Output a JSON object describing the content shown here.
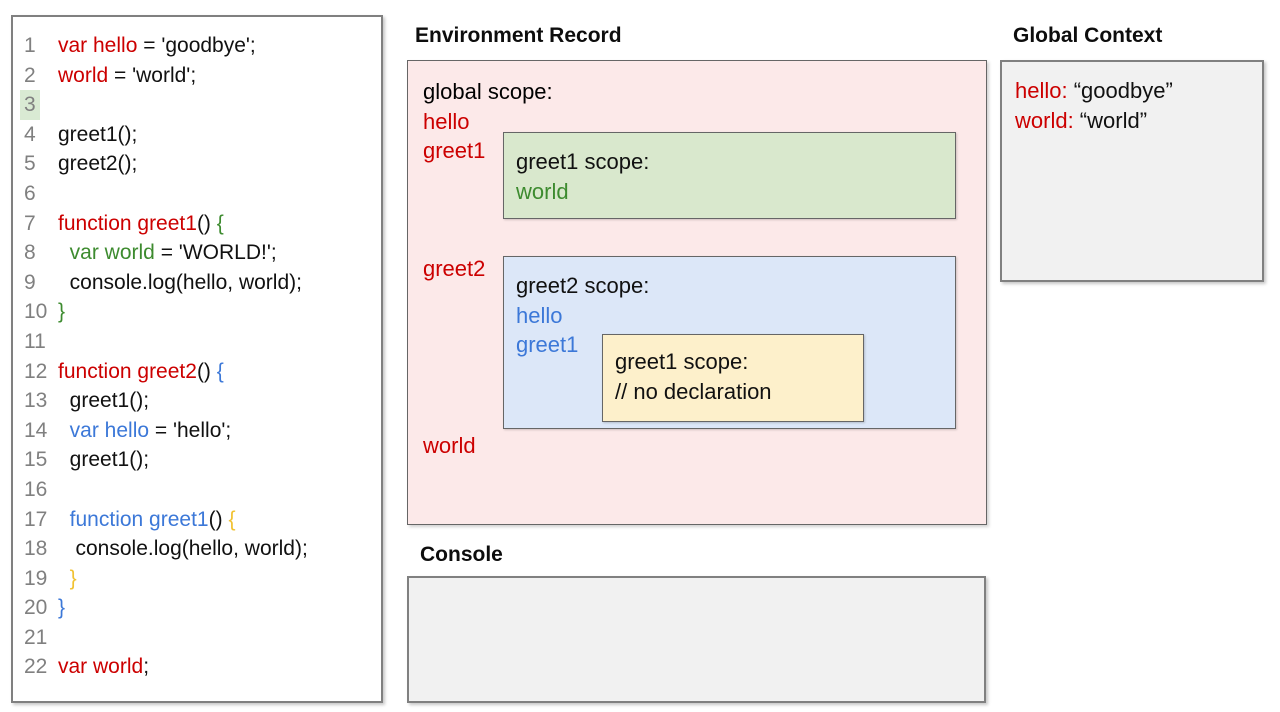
{
  "colors": {
    "red": "#cc0000",
    "green": "#3d8b2f",
    "blue": "#3c78d8",
    "yellow": "#f1c232",
    "black": "#111111",
    "line_number_gray": "#808080",
    "pink_fill": "#fce9e9",
    "green_fill": "#d9e8cd",
    "blue_fill": "#dce7f8",
    "yellow_fill": "#fdf0cb",
    "gray_fill": "#f1f1f1",
    "line_highlight": "#d9ead3"
  },
  "code": {
    "lines": [
      {
        "n": "1",
        "h": false,
        "segs": [
          {
            "t": "var hello",
            "c": "red"
          },
          {
            "t": " = 'goodbye';",
            "c": "black"
          }
        ]
      },
      {
        "n": "2",
        "h": false,
        "segs": [
          {
            "t": "world",
            "c": "red"
          },
          {
            "t": " = 'world';",
            "c": "black"
          }
        ]
      },
      {
        "n": "3",
        "h": true,
        "segs": []
      },
      {
        "n": "4",
        "h": false,
        "segs": [
          {
            "t": "greet1();",
            "c": "black"
          }
        ]
      },
      {
        "n": "5",
        "h": false,
        "segs": [
          {
            "t": "greet2();",
            "c": "black"
          }
        ]
      },
      {
        "n": "6",
        "h": false,
        "segs": []
      },
      {
        "n": "7",
        "h": false,
        "segs": [
          {
            "t": "function greet1",
            "c": "red"
          },
          {
            "t": "() ",
            "c": "black"
          },
          {
            "t": "{",
            "c": "green"
          }
        ]
      },
      {
        "n": "8",
        "h": false,
        "segs": [
          {
            "t": "  ",
            "c": "black"
          },
          {
            "t": "var world",
            "c": "green"
          },
          {
            "t": " = 'WORLD!';",
            "c": "black"
          }
        ]
      },
      {
        "n": "9",
        "h": false,
        "segs": [
          {
            "t": "  console.log(hello, world);",
            "c": "black"
          }
        ]
      },
      {
        "n": "10",
        "h": false,
        "segs": [
          {
            "t": "}",
            "c": "green"
          }
        ]
      },
      {
        "n": "11",
        "h": false,
        "segs": []
      },
      {
        "n": "12",
        "h": false,
        "segs": [
          {
            "t": "function greet2",
            "c": "red"
          },
          {
            "t": "() ",
            "c": "black"
          },
          {
            "t": "{",
            "c": "blue"
          }
        ]
      },
      {
        "n": "13",
        "h": false,
        "segs": [
          {
            "t": "  greet1();",
            "c": "black"
          }
        ]
      },
      {
        "n": "14",
        "h": false,
        "segs": [
          {
            "t": "  ",
            "c": "black"
          },
          {
            "t": "var hello",
            "c": "blue"
          },
          {
            "t": " = 'hello';",
            "c": "black"
          }
        ]
      },
      {
        "n": "15",
        "h": false,
        "segs": [
          {
            "t": "  greet1();",
            "c": "black"
          }
        ]
      },
      {
        "n": "16",
        "h": false,
        "segs": []
      },
      {
        "n": "17",
        "h": false,
        "segs": [
          {
            "t": "  ",
            "c": "black"
          },
          {
            "t": "function greet1",
            "c": "blue"
          },
          {
            "t": "() ",
            "c": "black"
          },
          {
            "t": "{",
            "c": "yellow"
          }
        ]
      },
      {
        "n": "18",
        "h": false,
        "segs": [
          {
            "t": "   console.log(hello, world);",
            "c": "black"
          }
        ]
      },
      {
        "n": "19",
        "h": false,
        "segs": [
          {
            "t": "  ",
            "c": "black"
          },
          {
            "t": "}",
            "c": "yellow"
          }
        ]
      },
      {
        "n": "20",
        "h": false,
        "segs": [
          {
            "t": "}",
            "c": "blue"
          }
        ]
      },
      {
        "n": "21",
        "h": false,
        "segs": []
      },
      {
        "n": "22",
        "h": false,
        "segs": [
          {
            "t": "var world",
            "c": "red"
          },
          {
            "t": ";",
            "c": "black"
          }
        ]
      }
    ]
  },
  "environment_record": {
    "title": "Environment Record",
    "global_scope": {
      "label": "global scope:",
      "top_vars": [
        {
          "t": "hello",
          "c": "red"
        },
        {
          "t": "greet1",
          "c": "red"
        }
      ],
      "mid_var": {
        "t": "greet2",
        "c": "red"
      },
      "bottom_var": {
        "t": "world",
        "c": "red"
      }
    },
    "greet1_scope": {
      "label": "greet1 scope:",
      "vars": [
        {
          "t": "world",
          "c": "green"
        }
      ]
    },
    "greet2_scope": {
      "label": "greet2 scope:",
      "vars": [
        {
          "t": "hello",
          "c": "blue"
        },
        {
          "t": "greet1",
          "c": "blue"
        }
      ]
    },
    "greet1_nested_scope": {
      "label": "greet1 scope:",
      "vars": [
        {
          "t": "// no declaration",
          "c": "black"
        }
      ]
    }
  },
  "global_context": {
    "title": "Global Context",
    "entries": [
      {
        "name": "hello:",
        "name_color": "red",
        "value": "“goodbye”"
      },
      {
        "name": "world:",
        "name_color": "red",
        "value": "“world”"
      }
    ]
  },
  "console": {
    "title": "Console",
    "content": ""
  }
}
